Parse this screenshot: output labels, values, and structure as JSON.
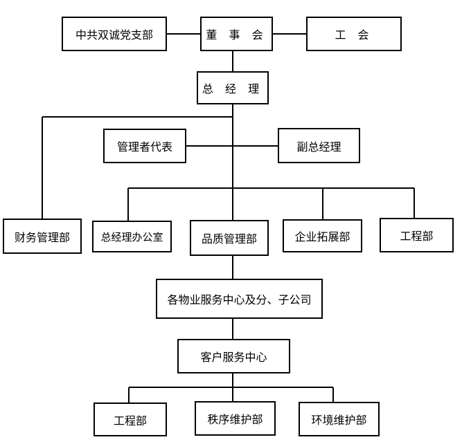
{
  "org_chart": {
    "party_branch": "中共双诚党支部",
    "board": "董 事 会",
    "union": "工 会",
    "general_manager": "总 经 理",
    "management_rep": "管理者代表",
    "deputy_gm": "副总经理",
    "finance_dept": "财务管理部",
    "gm_office": "总经理办公室",
    "quality_dept": "品质管理部",
    "business_dev_dept": "企业拓展部",
    "engineering_dept": "工程部",
    "service_centers": "各物业服务中心及分、子公司",
    "customer_service_center": "客户服务中心",
    "engineering_sub": "工程部",
    "order_maintenance": "秩序维护部",
    "environment_maintenance": "环境维护部"
  },
  "colors": {
    "line": "#000000",
    "border": "#000000",
    "background": "#ffffff",
    "text": "#000000"
  }
}
